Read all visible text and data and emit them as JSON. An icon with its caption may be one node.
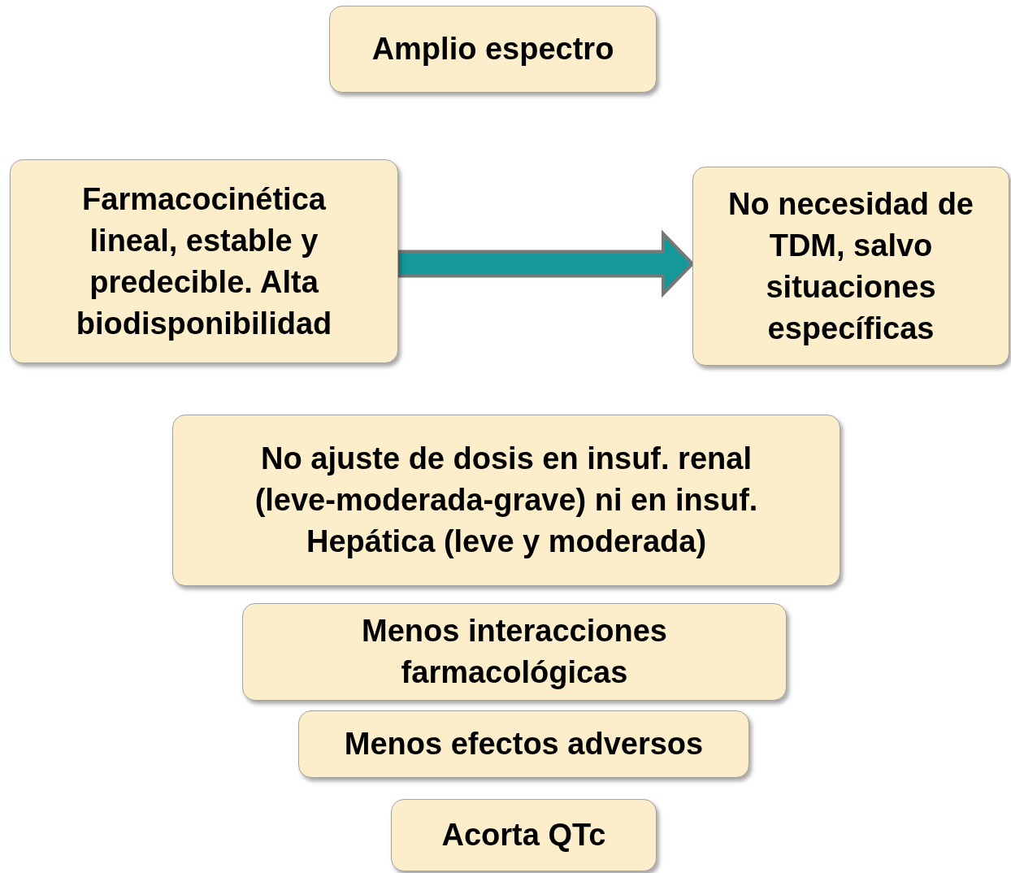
{
  "diagram": {
    "nodes": [
      {
        "text": [
          "Amplio espectro"
        ]
      },
      {
        "text": [
          "Farmacocinética lineal, estable y predecible. Alta biodisponibilidad"
        ]
      },
      {
        "text": [
          "No necesidad de TDM, salvo situaciones específicas"
        ]
      },
      {
        "text": [
          "No ajuste de dosis en insuf. renal (leve-moderada-grave) ni en insuf. Hepática (leve y moderada)"
        ]
      },
      {
        "text": [
          "Menos interacciones farmacológicas"
        ]
      },
      {
        "text": [
          "Menos efectos adversos"
        ]
      },
      {
        "text": [
          "Acorta QTc"
        ]
      }
    ],
    "edges": [
      {
        "from": 1,
        "to": 2,
        "arrow": "to",
        "style": "thick",
        "color": "#16989a"
      }
    ]
  }
}
